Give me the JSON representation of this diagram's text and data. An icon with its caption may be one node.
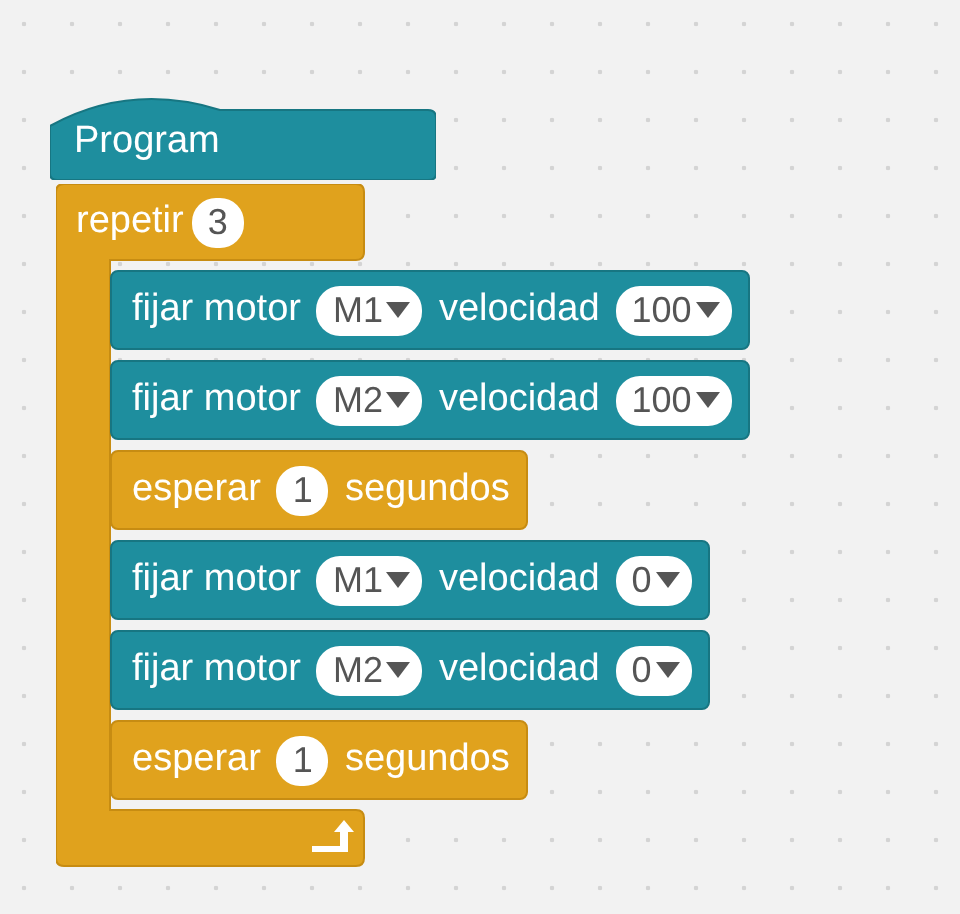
{
  "diagram": {
    "nodes": [
      {
        "text": [
          "Program"
        ]
      },
      {
        "text": [
          "repetir",
          "3"
        ]
      },
      {
        "text": [
          "fijar motor",
          "M1",
          "velocidad",
          "100"
        ]
      },
      {
        "text": [
          "fijar motor",
          "M2",
          "velocidad",
          "100"
        ]
      },
      {
        "text": [
          "esperar",
          "1",
          "segundos"
        ]
      },
      {
        "text": [
          "fijar motor",
          "M1",
          "velocidad",
          "0"
        ]
      },
      {
        "text": [
          "fijar motor",
          "M2",
          "velocidad",
          "0"
        ]
      },
      {
        "text": [
          "esperar",
          "1",
          "segundos"
        ]
      }
    ]
  }
}
